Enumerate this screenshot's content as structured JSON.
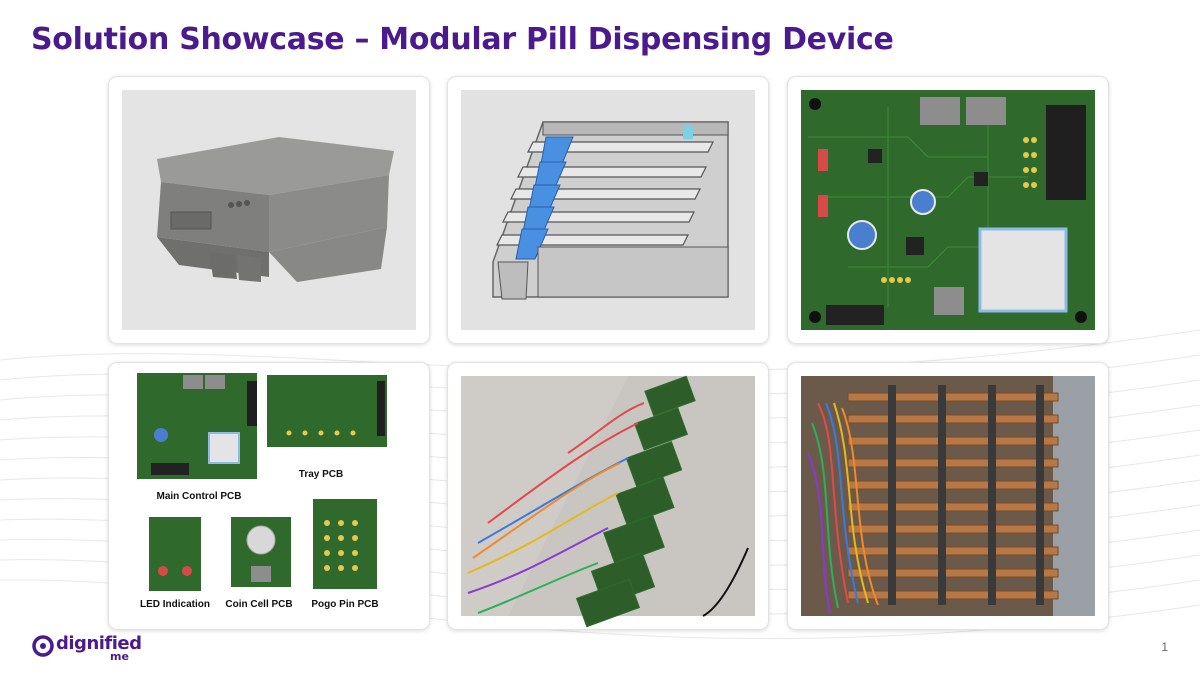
{
  "slide": {
    "title": "Solution Showcase – Modular Pill Dispensing Device",
    "page_number": "1"
  },
  "logo": {
    "word": "dignified",
    "sub": "me"
  },
  "cards": [
    {
      "image": "3d-device-render"
    },
    {
      "image": "device-cross-section"
    },
    {
      "image": "main-pcb-layout"
    },
    {
      "image": "pcb-collage",
      "labels": {
        "main": "Main Control PCB",
        "tray": "Tray PCB",
        "led": "LED Indication",
        "coin": "Coin Cell PCB",
        "pogo": "Pogo Pin PCB"
      }
    },
    {
      "image": "tray-pcbs-chain-photo"
    },
    {
      "image": "stacked-pcb-assembly-photo"
    }
  ],
  "colors": {
    "brand": "#4b1a8c",
    "pcb_green": "#2f6a2c"
  }
}
